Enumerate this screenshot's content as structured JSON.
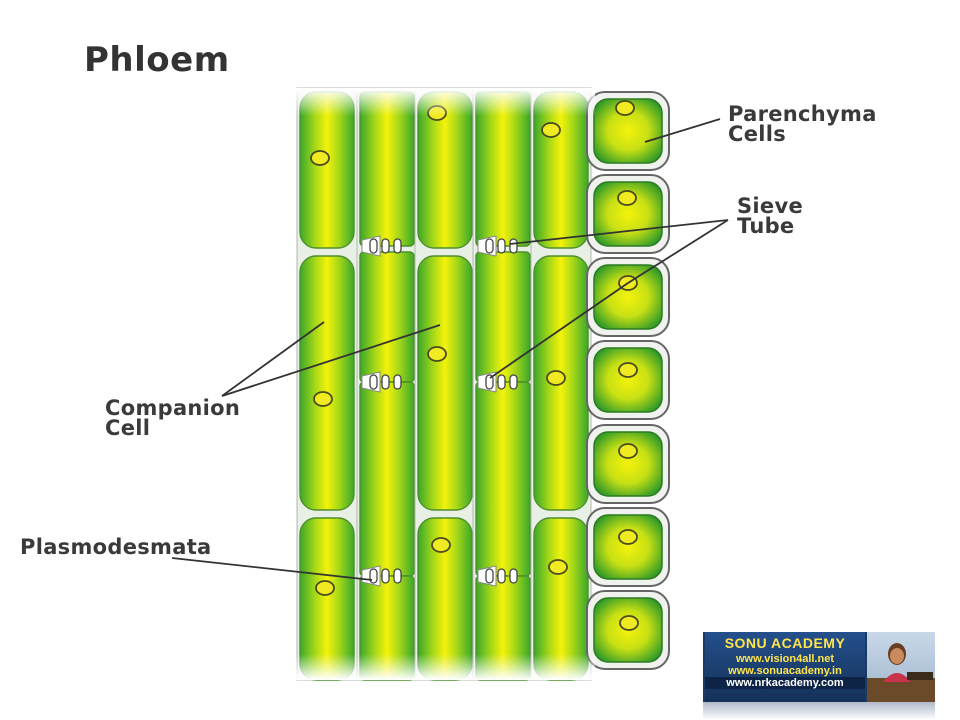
{
  "title": "Phloem",
  "labels": {
    "parenchyma": "Parenchyma\nCells",
    "sieve_tube": "Sieve\nTube",
    "companion": "Companion\nCell",
    "plasmodesmata": "Plasmodesmata"
  },
  "banner": {
    "title": "SONU ACADEMY",
    "url1": "www.vision4all.net",
    "url2": "www.sonuacademy.in",
    "url3": "www.nrkacademy.com"
  },
  "colors": {
    "cell_edge": "#3aa82a",
    "cell_center": "#f4f20a",
    "nucleus": "#f0ea20",
    "outline": "#555555"
  }
}
